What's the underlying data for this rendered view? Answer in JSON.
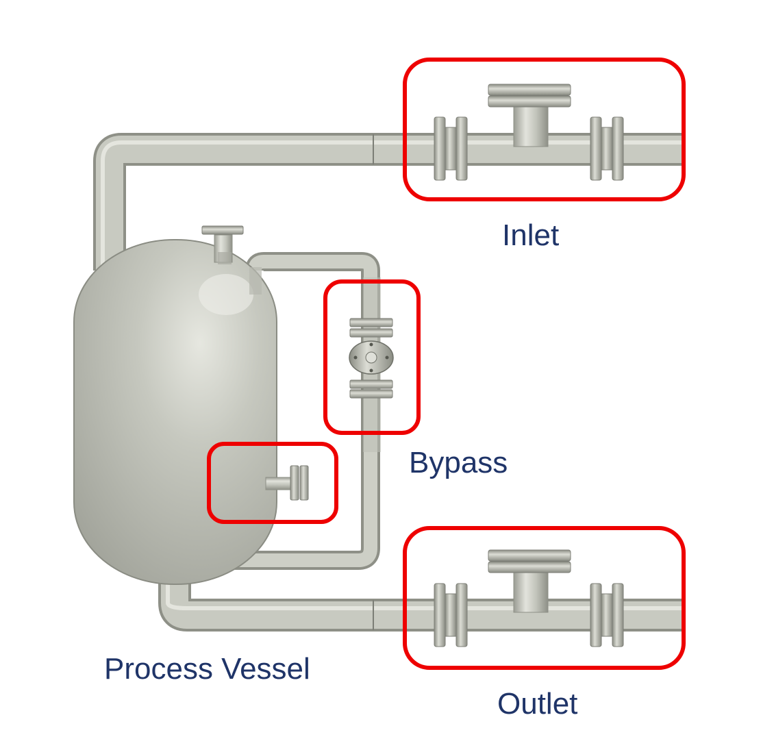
{
  "labels": {
    "inlet": "Inlet",
    "bypass": "Bypass",
    "outlet": "Outlet",
    "vessel": "Process Vessel"
  },
  "colors": {
    "label_text": "#1f3468",
    "highlight": "#ee0000",
    "pipe": "#c4c6bd",
    "pipe_dark": "#8e9087",
    "pipe_light": "#e4e5de",
    "vessel": "#bdbeb5"
  }
}
